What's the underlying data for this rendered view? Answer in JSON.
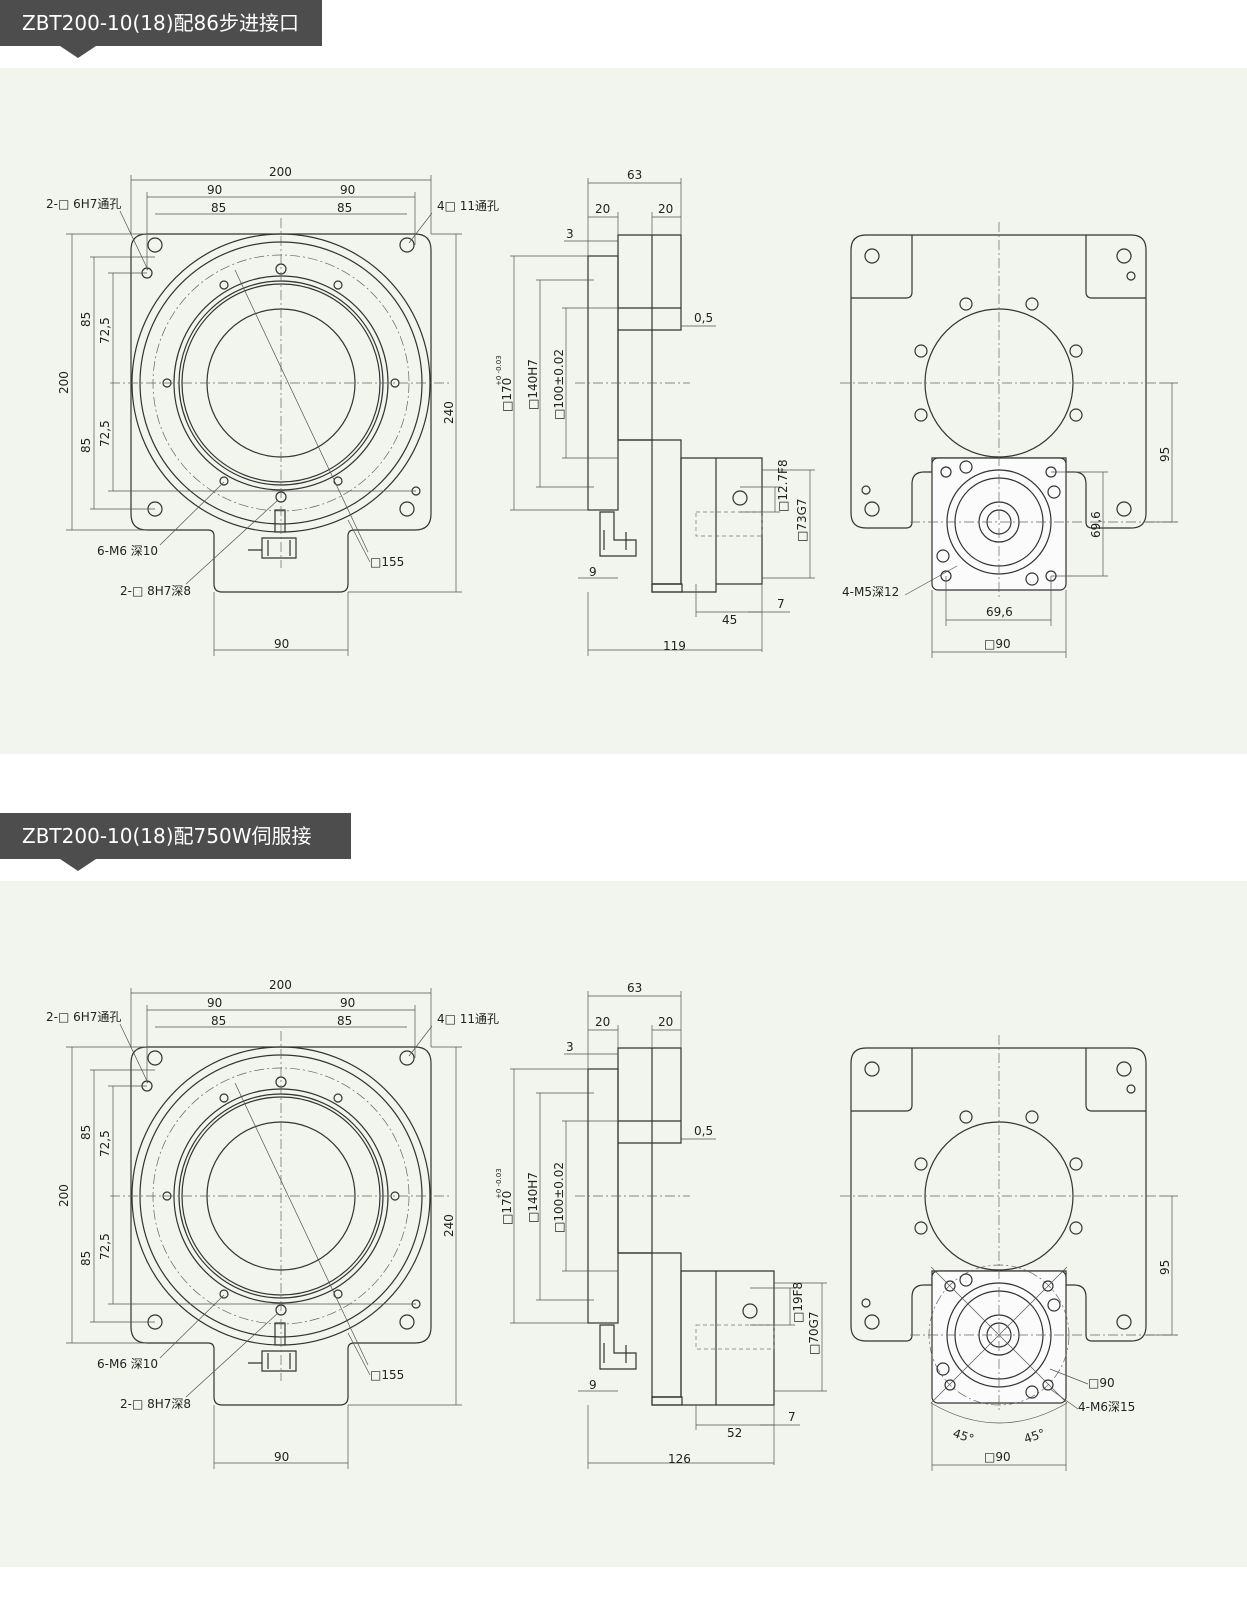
{
  "sections": [
    {
      "title": "ZBT200-10(18)配86步进接口",
      "top_view": {
        "dims": {
          "overall_w": "200",
          "half_l": "90",
          "half_r": "90",
          "pcd_l": "85",
          "pcd_r": "85",
          "pin_hole": "2-□ 6H7通孔",
          "thru_hole": "4□ 11通孔",
          "left_200": "200",
          "left_85a": "85",
          "left_85b": "85",
          "left_72a": "72,5",
          "left_72b": "72,5",
          "right_240": "240",
          "tap": "6-M6 深10",
          "dowel": "2-□ 8H7深8",
          "dia155": "□155",
          "bottom_90": "90"
        }
      },
      "side_view": {
        "dims": {
          "w63": "63",
          "w20a": "20",
          "w20b": "20",
          "w3": "3",
          "gap": "0,5",
          "d170": "□170",
          "d170_tol": "+0 -0.03",
          "d140": "□140H7",
          "d100": "□100±0.02",
          "shaft": "□12.7F8",
          "pilot": "□73G7",
          "w9": "9",
          "w45": "45",
          "w7": "7",
          "w119": "119"
        }
      },
      "rear_view": {
        "dims": {
          "h95": "95",
          "v69": "69,6",
          "h69": "69,6",
          "sq90": "□90",
          "tap": "4-M5深12"
        }
      }
    },
    {
      "title": "ZBT200-10(18)配750W伺服接口",
      "top_view": {
        "dims": {
          "overall_w": "200",
          "half_l": "90",
          "half_r": "90",
          "pcd_l": "85",
          "pcd_r": "85",
          "pin_hole": "2-□ 6H7通孔",
          "thru_hole": "4□ 11通孔",
          "left_200": "200",
          "left_85a": "85",
          "left_85b": "85",
          "left_72a": "72,5",
          "left_72b": "72,5",
          "right_240": "240",
          "tap": "6-M6 深10",
          "dowel": "2-□ 8H7深8",
          "dia155": "□155",
          "bottom_90": "90"
        }
      },
      "side_view": {
        "dims": {
          "w63": "63",
          "w20a": "20",
          "w20b": "20",
          "w3": "3",
          "gap": "0,5",
          "d170": "□170",
          "d170_tol": "+0 -0.03",
          "d140": "□140H7",
          "d100": "□100±0.02",
          "shaft": "□19F8",
          "pilot": "□70G7",
          "w9": "9",
          "w52": "52",
          "w7": "7",
          "w126": "126"
        }
      },
      "rear_view": {
        "dims": {
          "h95": "95",
          "sq90_circle": "□90",
          "tap": "4-M6深15",
          "ang_l": "45°",
          "ang_r": "45°",
          "sq90": "□90"
        }
      }
    }
  ]
}
